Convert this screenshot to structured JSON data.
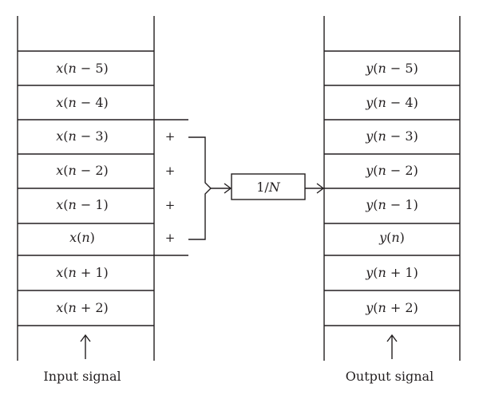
{
  "input_column": {
    "cells": [
      {
        "fn": "x",
        "arg": "n − 5"
      },
      {
        "fn": "x",
        "arg": "n − 4"
      },
      {
        "fn": "x",
        "arg": "n − 3"
      },
      {
        "fn": "x",
        "arg": "n − 2"
      },
      {
        "fn": "x",
        "arg": "n − 1"
      },
      {
        "fn": "x",
        "arg": "n"
      },
      {
        "fn": "x",
        "arg": "n + 1"
      },
      {
        "fn": "x",
        "arg": "n + 2"
      }
    ],
    "caption": "Input signal"
  },
  "output_column": {
    "cells": [
      {
        "fn": "y",
        "arg": "n − 5"
      },
      {
        "fn": "y",
        "arg": "n − 4"
      },
      {
        "fn": "y",
        "arg": "n − 3"
      },
      {
        "fn": "y",
        "arg": "n − 2"
      },
      {
        "fn": "y",
        "arg": "n − 1"
      },
      {
        "fn": "y",
        "arg": "n"
      },
      {
        "fn": "y",
        "arg": "n + 1"
      },
      {
        "fn": "y",
        "arg": "n + 2"
      }
    ],
    "caption": "Output signal"
  },
  "summation": {
    "plus_signs": [
      "+",
      "+",
      "+",
      "+"
    ]
  },
  "scale_box": {
    "numerator": "1/",
    "denominator_var": "N"
  },
  "icons": {
    "input_arrow": "up-arrow-icon",
    "output_arrow": "up-arrow-icon",
    "brace": "right-brace-icon",
    "arrow_to_box": "right-arrow-icon",
    "arrow_from_box": "right-arrow-icon"
  }
}
